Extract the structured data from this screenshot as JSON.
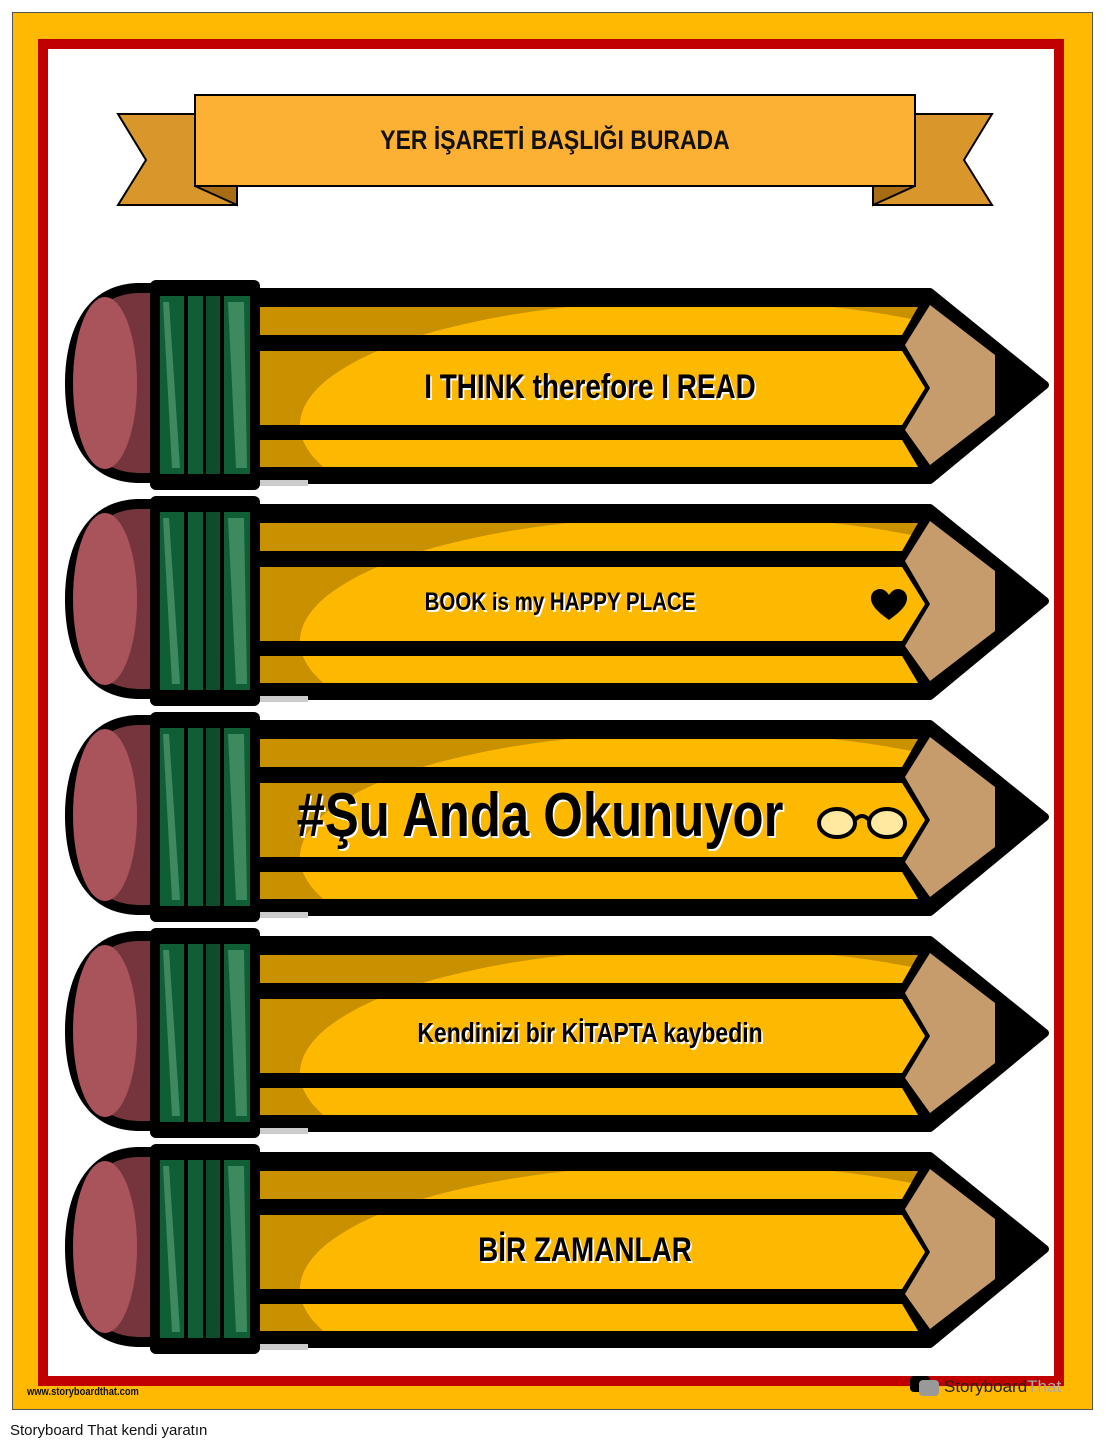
{
  "banner": {
    "title": "YER İŞARETİ BAŞLIĞI BURADA"
  },
  "pencils": [
    {
      "text": "I THINK therefore I READ"
    },
    {
      "text": "BOOK is my HAPPY PLACE"
    },
    {
      "text": "#Şu Anda Okunuyor"
    },
    {
      "text": "Kendinizi bir KİTAPTA kaybedin"
    },
    {
      "text": "BİR ZAMANLAR"
    }
  ],
  "footer": {
    "url": "www.storyboardthat.com",
    "logo_story": "Storyboard",
    "logo_that": "That",
    "caption": "Storyboard That kendi yaratın"
  },
  "colors": {
    "frame": "#ffb900",
    "border": "#c00000",
    "banner": "#fcb034",
    "ribbon": "#d9962b",
    "pencil_light": "#fdb900",
    "pencil_dark": "#c99000",
    "ferrule": "#0f5e35",
    "eraser": "#a9535a",
    "wood": "#c69c6d"
  }
}
